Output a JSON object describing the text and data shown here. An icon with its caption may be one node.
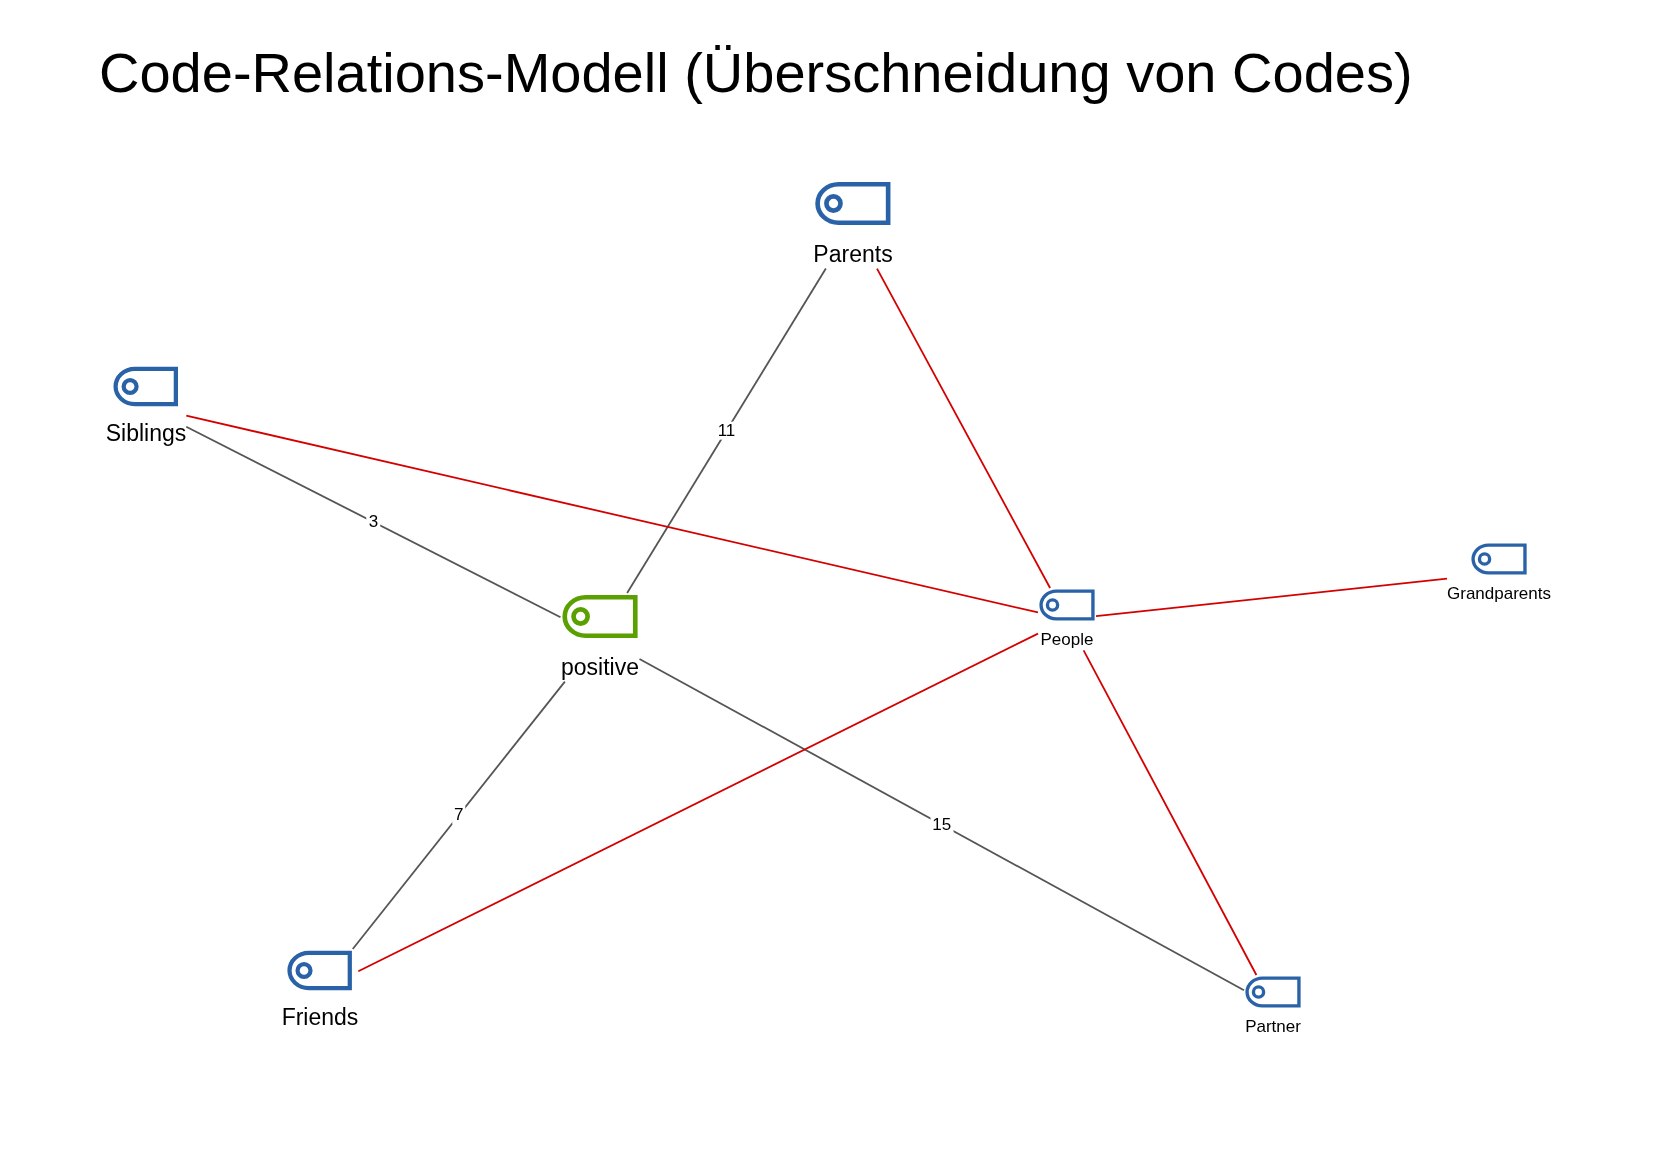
{
  "diagram": {
    "title": "Code-Relations-Modell (Überschneidung von Codes)",
    "nodes": [
      {
        "text": [
          "Parents"
        ]
      },
      {
        "text": [
          "Siblings"
        ]
      },
      {
        "text": [
          "positive"
        ]
      },
      {
        "text": [
          "People"
        ]
      },
      {
        "text": [
          "Grandparents"
        ]
      },
      {
        "text": [
          "Friends"
        ]
      },
      {
        "text": [
          "Partner"
        ]
      }
    ],
    "edges": [
      {
        "from": 1,
        "to": 2,
        "arrow": "none",
        "label": "3",
        "color": "#555555"
      },
      {
        "from": 0,
        "to": 2,
        "arrow": "none",
        "label": "11",
        "color": "#555555"
      },
      {
        "from": 2,
        "to": 5,
        "arrow": "none",
        "label": "7",
        "color": "#555555"
      },
      {
        "from": 2,
        "to": 6,
        "arrow": "none",
        "label": "15",
        "color": "#555555"
      },
      {
        "from": 1,
        "to": 3,
        "arrow": "none"
      },
      {
        "from": 0,
        "to": 3,
        "arrow": "none"
      },
      {
        "from": 3,
        "to": 4,
        "arrow": "none"
      },
      {
        "from": 3,
        "to": 5,
        "arrow": "none"
      },
      {
        "from": 3,
        "to": 6,
        "arrow": "none"
      }
    ]
  }
}
